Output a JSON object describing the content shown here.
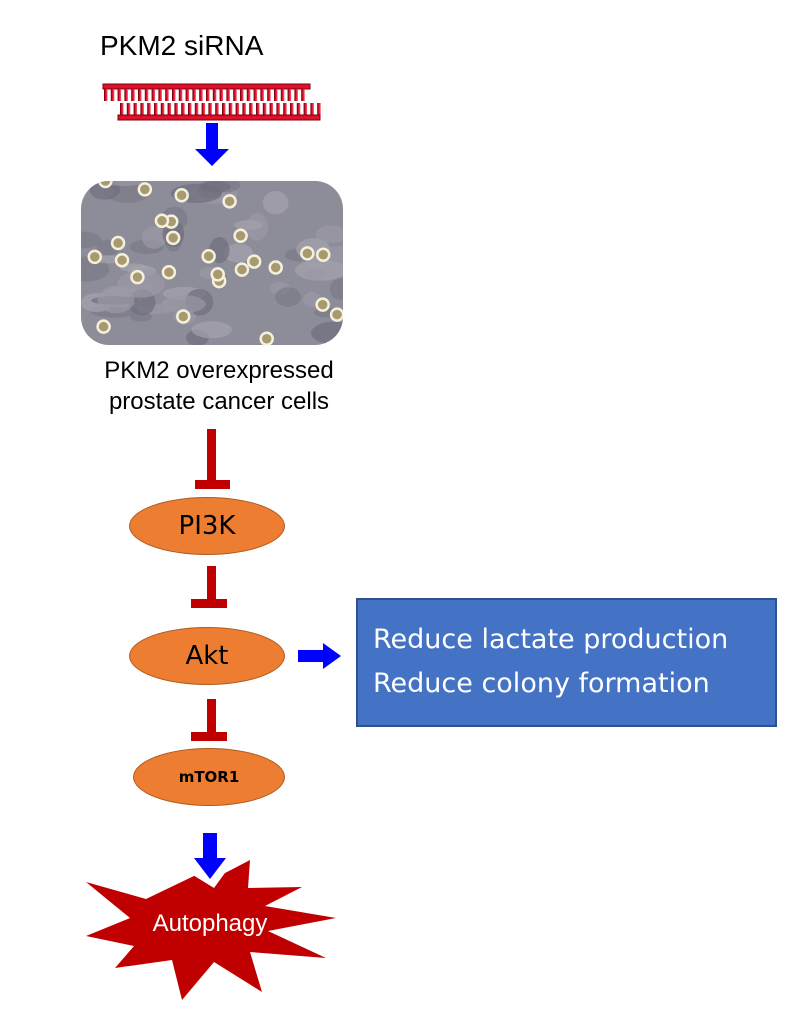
{
  "diagram": {
    "title": "PKM2 siRNA",
    "cells_label_line1": "PKM2 overexpressed",
    "cells_label_line2": "prostate cancer cells",
    "cells_image_description": "phase-contrast micrograph of prostate cancer cells",
    "nodes": {
      "pi3k": "PI3K",
      "akt": "Akt",
      "mtor1": "mTOR1"
    },
    "outcomes": [
      "Reduce lactate production",
      "Reduce colony formation"
    ],
    "final_effect": "Autophagy",
    "edges": [
      {
        "from": "PKM2 siRNA",
        "to": "cells",
        "type": "activation-arrow"
      },
      {
        "from": "cells",
        "to": "PI3K",
        "type": "inhibition"
      },
      {
        "from": "PI3K",
        "to": "Akt",
        "type": "inhibition"
      },
      {
        "from": "Akt",
        "to": "mTOR1",
        "type": "inhibition"
      },
      {
        "from": "Akt",
        "to": "outcomes",
        "type": "activation-arrow"
      },
      {
        "from": "mTOR1",
        "to": "Autophagy",
        "type": "activation-arrow"
      }
    ],
    "colors": {
      "arrow_blue": "#0000ff",
      "inhibit_red": "#c00000",
      "node_orange": "#ed7d31",
      "box_blue": "#4472c4",
      "burst_red": "#c00000",
      "sirna_red": "#e0102a"
    }
  }
}
